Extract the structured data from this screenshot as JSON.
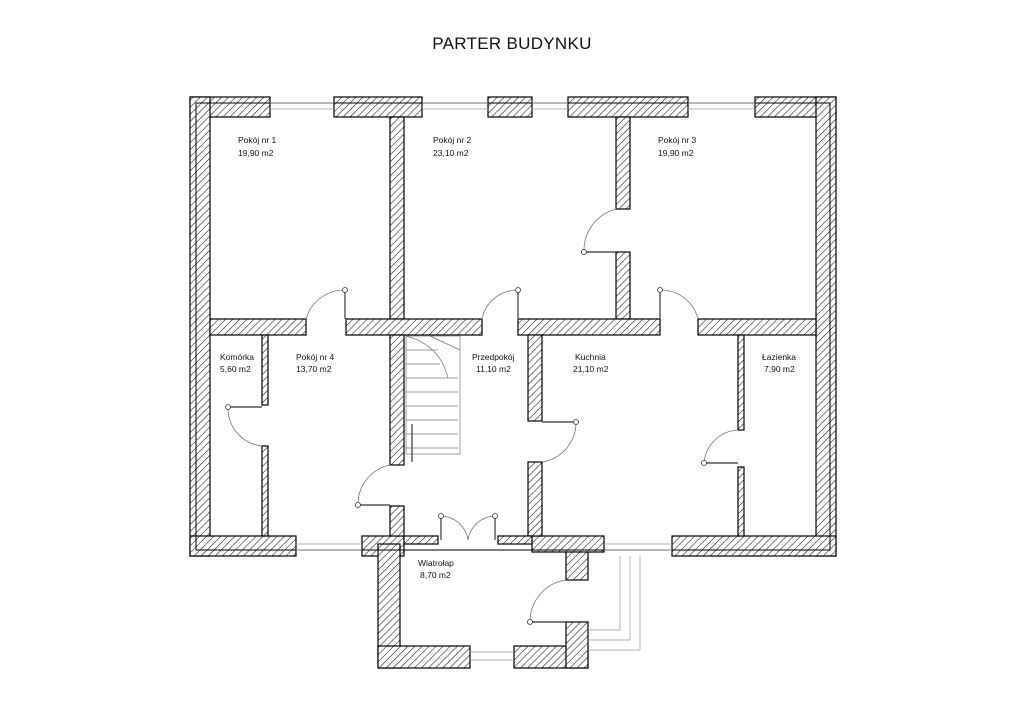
{
  "title": "PARTER BUDYNKU",
  "rooms": [
    {
      "name": "Pokój nr 1",
      "area": "19,90 m2"
    },
    {
      "name": "Pokój nr 2",
      "area": "23,10 m2"
    },
    {
      "name": "Pokój nr 3",
      "area": "19,90 m2"
    },
    {
      "name": "Komórka",
      "area": "5,60 m2"
    },
    {
      "name": "Pokój nr 4",
      "area": "13,70 m2"
    },
    {
      "name": "Przedpokój",
      "area": "11,10 m2"
    },
    {
      "name": "Kuchnia",
      "area": "21,10 m2"
    },
    {
      "name": "Łazienka",
      "area": "7,90 m2"
    },
    {
      "name": "Wiatrołap",
      "area": "8,70 m2"
    }
  ]
}
